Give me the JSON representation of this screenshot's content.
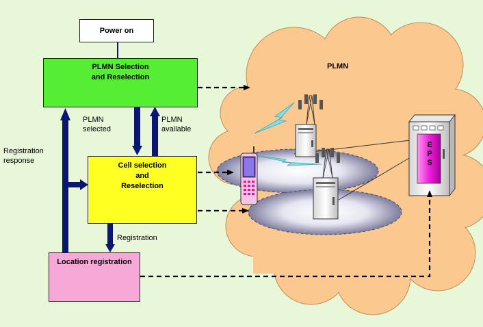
{
  "boxes": {
    "power_on": "Power on",
    "plmn_selection": "PLMN Selection\nand Reselection",
    "cell_selection": "Cell selection\nand\nReselection",
    "location_registration": "Location registration"
  },
  "labels": {
    "plmn_selected": "PLMN\nselected",
    "plmn_available": "PLMN\navailable",
    "registration_response": "Registration\nresponse",
    "registration": "Registration",
    "plmn_cloud": "PLMN",
    "eps": "E\nP\nS"
  },
  "colors": {
    "background": "#e9f7d9",
    "plmn_box": "#55ee33",
    "cell_box": "#ffff22",
    "location_box": "#f7a8d6",
    "power_box": "#ffffff",
    "cloud": "#fbc990",
    "arrow": "#0a1670",
    "eps_panel": "#ee22dd"
  }
}
